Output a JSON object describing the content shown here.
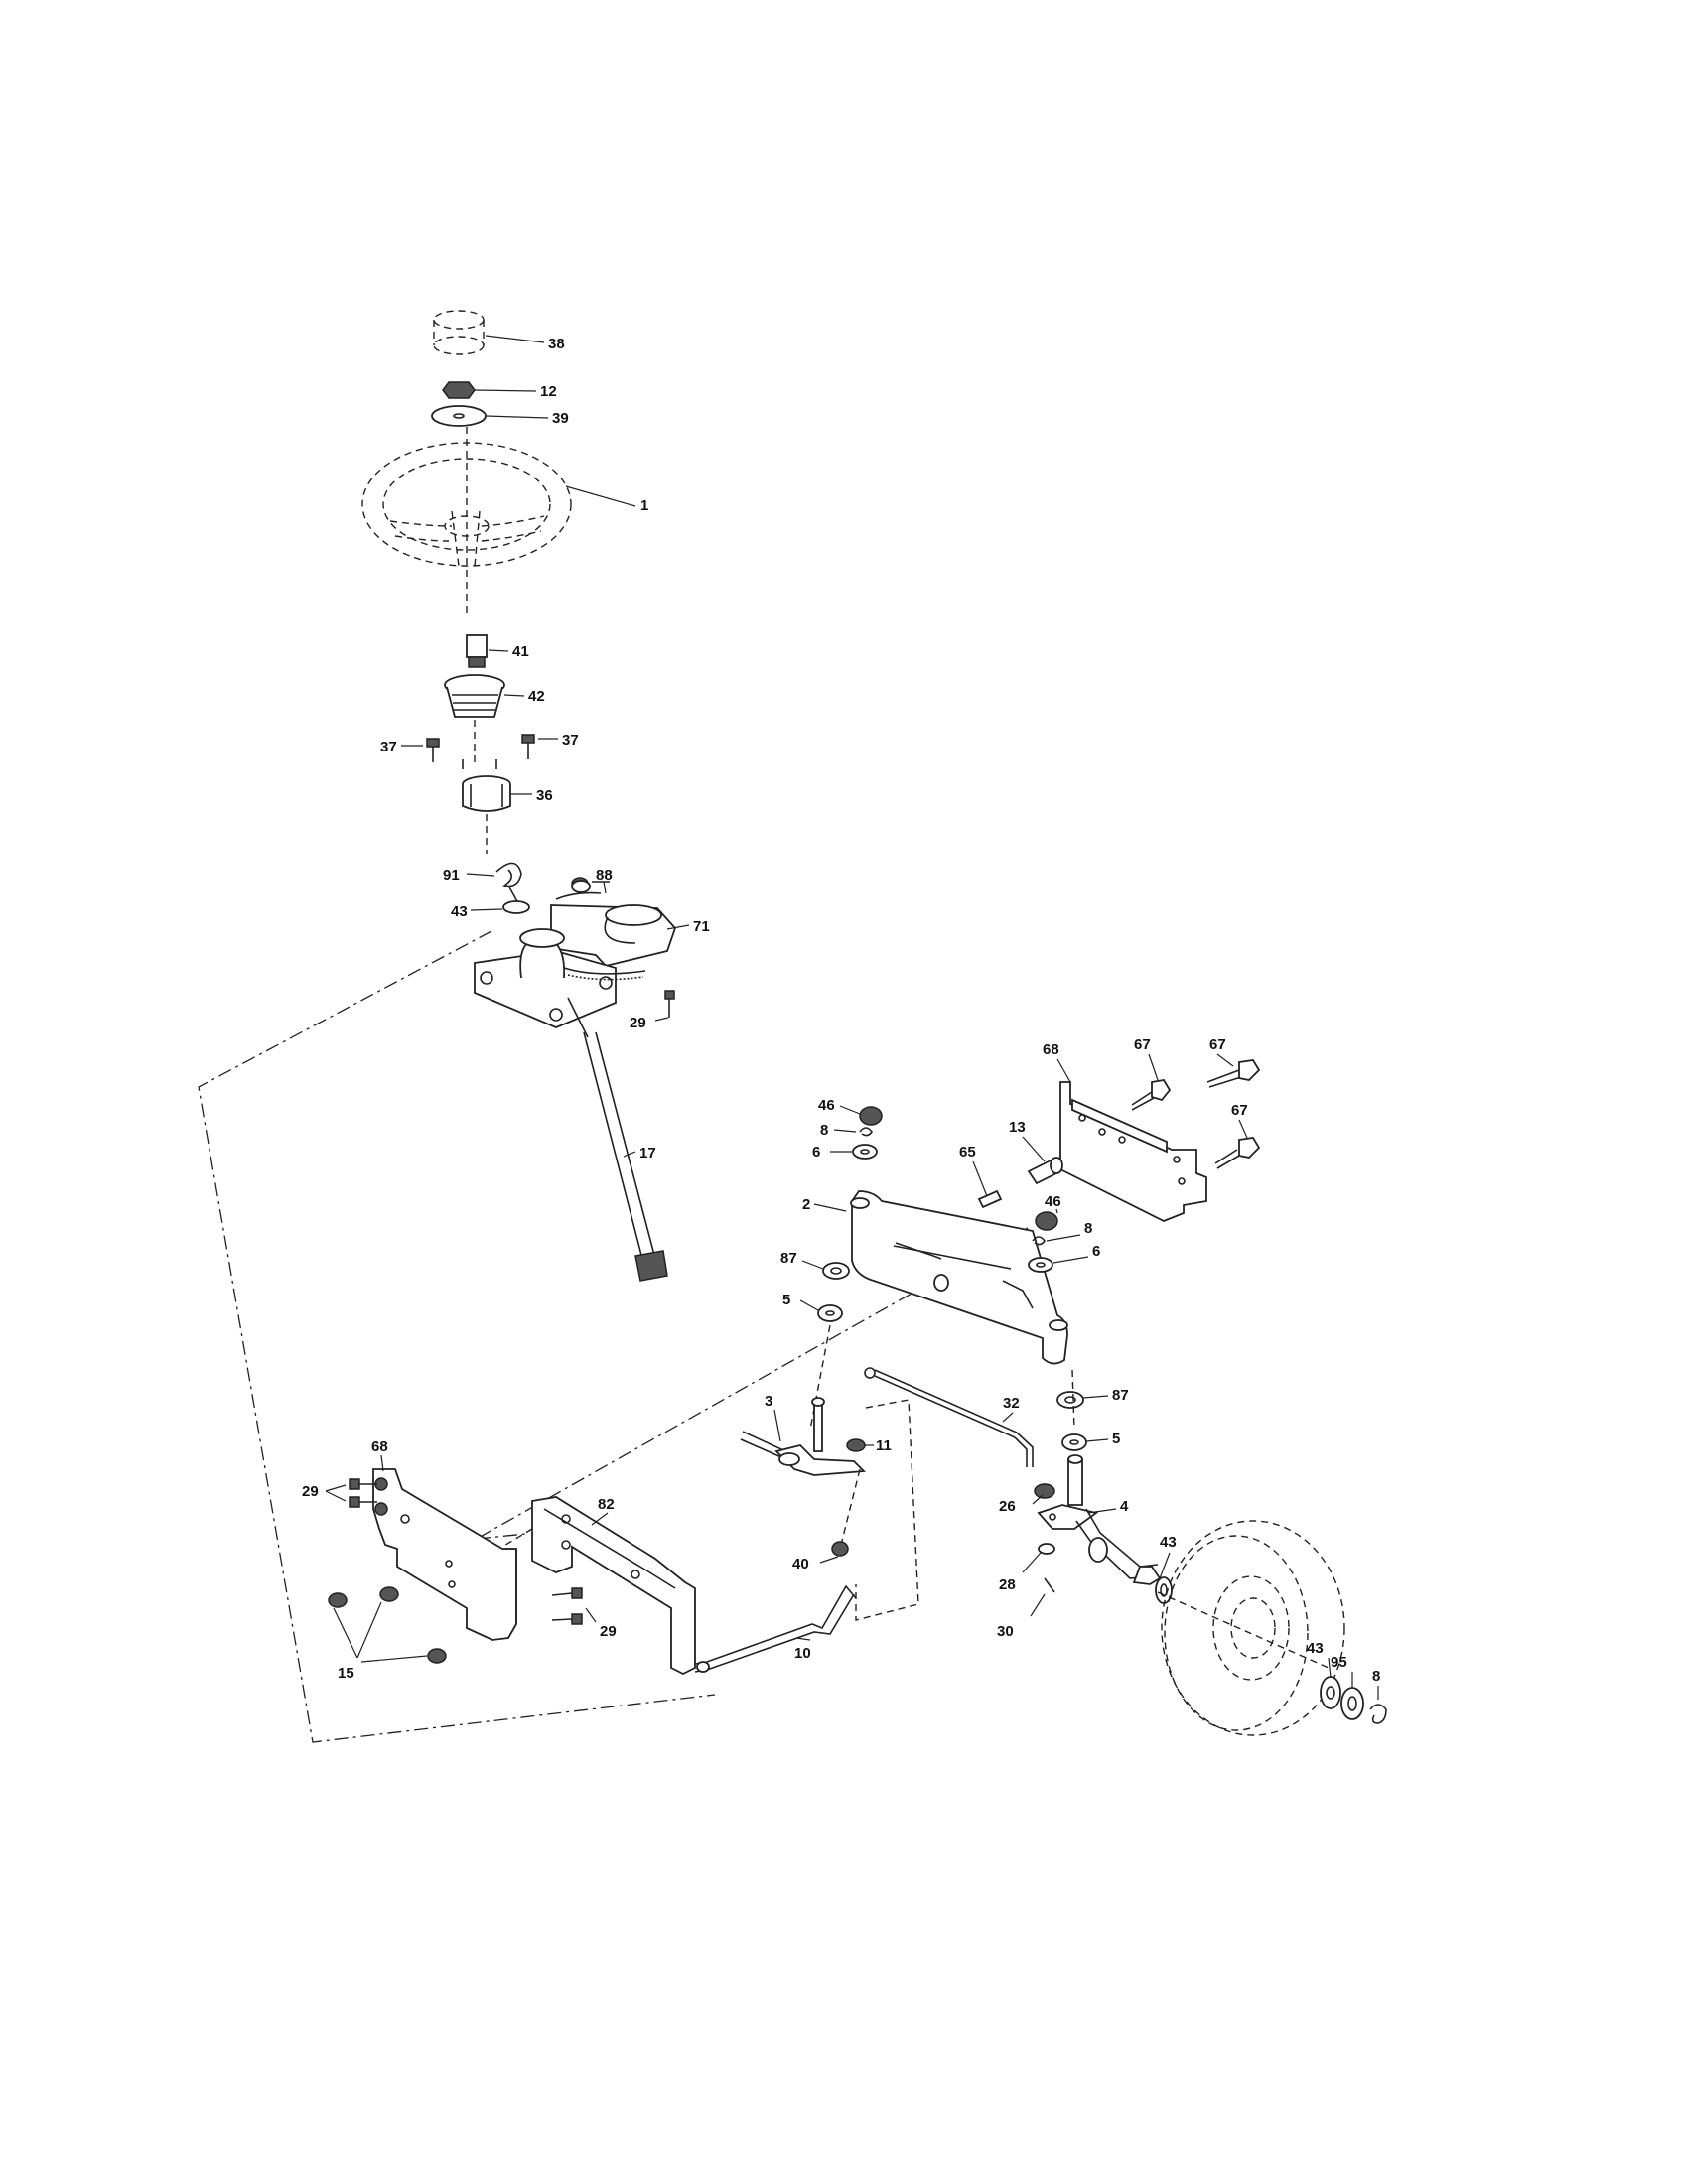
{
  "labels": {
    "p38": "38",
    "p12": "12",
    "p39": "39",
    "p1": "1",
    "p41": "41",
    "p42": "42",
    "p37a": "37",
    "p37b": "37",
    "p36": "36",
    "p91": "91",
    "p88": "88",
    "p43a": "43",
    "p71": "71",
    "p29a": "29",
    "p17": "17",
    "p68a": "68",
    "p67a": "67",
    "p67b": "67",
    "p67c": "67",
    "p46a": "46",
    "p8a": "8",
    "p6a": "6",
    "p13": "13",
    "p65": "65",
    "p2": "2",
    "p46b": "46",
    "p8b": "8",
    "p6b": "6",
    "p87a": "87",
    "p5a": "5",
    "p32": "32",
    "p87b": "87",
    "p5b": "5",
    "p3": "3",
    "p11": "11",
    "p68b": "68",
    "p29b": "29",
    "p82": "82",
    "p40": "40",
    "p26": "26",
    "p4": "4",
    "p43b": "43",
    "p28": "28",
    "p30": "30",
    "p43c": "43",
    "p95": "95",
    "p8c": "8",
    "p15": "15",
    "p29c": "29",
    "p10": "10"
  }
}
